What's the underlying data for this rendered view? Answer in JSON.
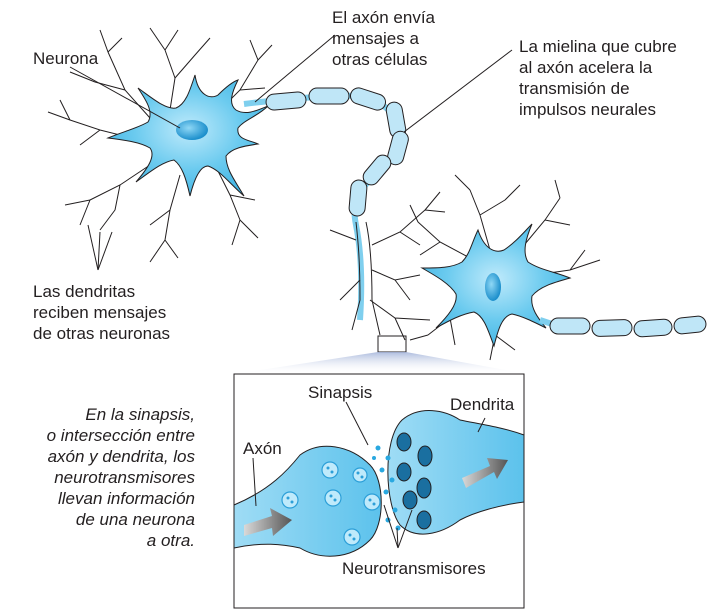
{
  "labels": {
    "neurona": "Neurona",
    "axon_msg": [
      "El axón envía",
      "mensajes a",
      "otras células"
    ],
    "mielina": [
      "La mielina que cubre",
      "al axón acelera la",
      "transmisión de",
      "impulsos neurales"
    ],
    "dendritas": [
      "Las dendritas",
      "reciben mensajes",
      "de otras neuronas"
    ],
    "sinapsis": "Sinapsis",
    "dendrita": "Dendrita",
    "axon": "Axón",
    "neurotransmisores": "Neurotransmisores"
  },
  "caption": [
    "En la sinapsis,",
    "o intersección entre",
    "axón y dendrita, los",
    "neurotransmisores",
    "llevan información",
    "de una neurona",
    "a otra."
  ],
  "colors": {
    "cell": "#7fd3f2",
    "cell_dark": "#3fb3e3",
    "myelin": "#bfe6f7",
    "nucleus": "#2c9fd8",
    "line": "#231f20"
  }
}
